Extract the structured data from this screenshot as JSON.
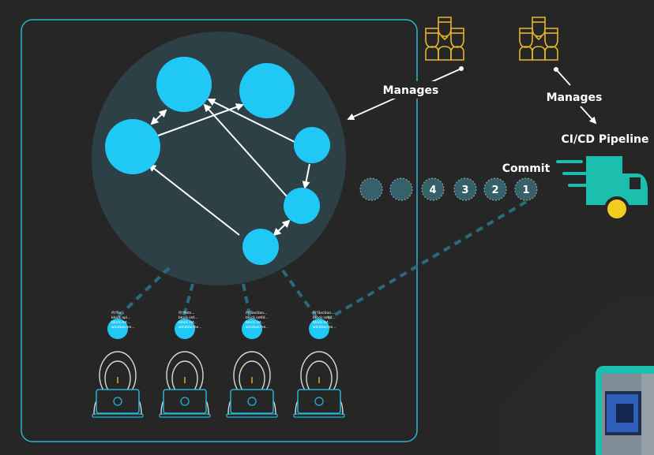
{
  "colors": {
    "background": "#262626",
    "panel_border": "#2bb4d6",
    "node": "#20c8f5",
    "cluster": "#2c4046",
    "queue_dot": "#36616b",
    "team": "#e7b52c",
    "truck": "#1cbfae",
    "wheel": "#f2cd21",
    "developer_outline": "#d9d9d9",
    "laptop_outline": "#25b4d4",
    "link_dash": "#2a6b7b"
  },
  "labels": {
    "manages_team": "Manages",
    "manages_pipeline": "Manages",
    "ci_cd_pipeline": "CI/CD Pipeline",
    "commit": "Commit"
  },
  "commit_queue": [
    "",
    "",
    "4",
    "3",
    "2",
    "1"
  ],
  "developers": [
    {
      "code_lines": [
        "if(!Re...",
        "block.api...",
        "block.ret...",
        "window.me..."
      ]
    },
    {
      "code_lines": [
        "if(!Rets...",
        "block.set...",
        "block.ret...",
        "window.me..."
      ]
    },
    {
      "code_lines": [
        "if(!Section...",
        "block.setId...",
        "block.ret...",
        "window.me..."
      ]
    },
    {
      "code_lines": [
        "if(!Section...",
        "block.setId...",
        "block.ret...",
        "window.me..."
      ]
    }
  ],
  "icons": {
    "team": "team-of-three-icon",
    "truck": "delivery-truck-icon",
    "developer": "developer-at-laptop-icon",
    "webcam": "webcam-thumbnail"
  }
}
